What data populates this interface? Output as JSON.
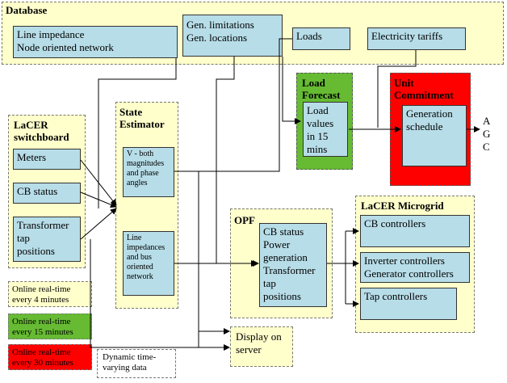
{
  "database": {
    "title": "Database",
    "line_impedance": "Line impedance\nNode oriented network",
    "gen_limits": "Gen. limitations\nGen. locations",
    "loads": "Loads",
    "tariffs": "Electricity tariffs"
  },
  "switchboard": {
    "title": "LaCER\nswitchboard",
    "meters": "Meters",
    "cb_status": "CB status",
    "transformer": "Transformer\ntap\npositions"
  },
  "state_estimator": {
    "title": "State\nEstimator",
    "v_both": "V -  both\nmagnitudes\nand phase\nangles",
    "line_imp": "Line\nimpedances\nand bus\noriented\nnetwork"
  },
  "load_forecast": {
    "title": "Load\nForecast",
    "values": "Load\nvalues\nin 15\nmins"
  },
  "unit_commitment": {
    "title": "Unit\nCommitment",
    "schedule": "Generation\nschedule",
    "agc": "A\nG\nC"
  },
  "opf": {
    "title": "OPF",
    "content": "CB status\nPower\ngeneration\nTransformer\ntap\npositions"
  },
  "microgrid": {
    "title": "LaCER Microgrid",
    "cb": "CB controllers",
    "inverter": "Inverter controllers\nGenerator controllers",
    "tap": "Tap controllers"
  },
  "display": "Display on\nserver",
  "dynamic": "Dynamic time-\nvarying data",
  "legend": [
    {
      "label": "Online real-time\nevery 4 minutes",
      "color": "#ffffcc"
    },
    {
      "label": "Online real-time\nevery 15 minutes",
      "color": "#66bb33"
    },
    {
      "label": "Online real-time\nevery 30 minutes",
      "color": "#ff0000"
    }
  ]
}
